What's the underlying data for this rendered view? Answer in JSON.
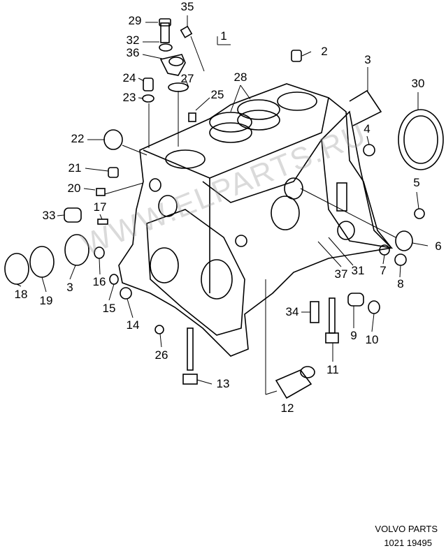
{
  "diagram": {
    "group_label": "1",
    "callouts": [
      "35",
      "29",
      "32",
      "36",
      "1",
      "2",
      "3",
      "30",
      "24",
      "23",
      "27",
      "28",
      "25",
      "22",
      "4",
      "21",
      "20",
      "5",
      "17",
      "33",
      "6",
      "37",
      "31",
      "7",
      "8",
      "3",
      "16",
      "15",
      "14",
      "18",
      "19",
      "34",
      "9",
      "10",
      "11",
      "26",
      "13",
      "12"
    ],
    "watermark": "WWW.ELPARTS.RU"
  },
  "footer": {
    "brand": "VOLVO PARTS",
    "code": "1021 19495"
  }
}
